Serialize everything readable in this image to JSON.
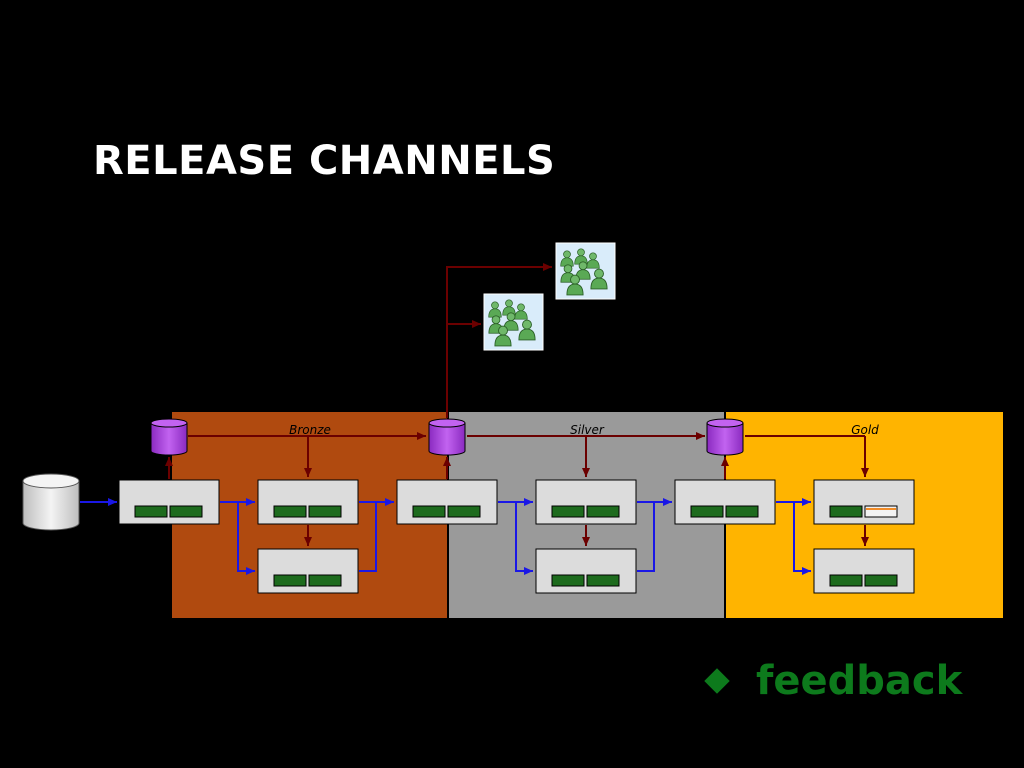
{
  "slide": {
    "title": "RELEASE CHANNELS"
  },
  "channels": [
    {
      "label": "Bronze",
      "color": "#b04a0f"
    },
    {
      "label": "Silver",
      "color": "#9a9a9a"
    },
    {
      "label": "Gold",
      "color": "#ffb400"
    }
  ],
  "colors": {
    "build_arrow": "#1a17e6",
    "promote_arrow": "#6b0000",
    "repository": "#a23bd6",
    "stage_box": "#dcdcdc",
    "stage_slot": "#1d6b1d"
  },
  "icons": {
    "users": "user-group-icon",
    "source": "source-database-icon"
  },
  "bullet": {
    "label": "feedback",
    "color": "#0d7a1c"
  }
}
